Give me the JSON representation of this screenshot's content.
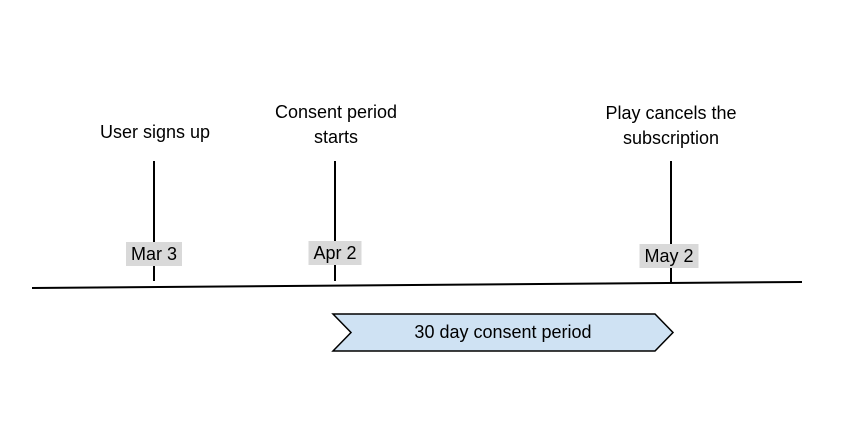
{
  "diagram": {
    "type": "timeline",
    "events": [
      {
        "label": "User signs up",
        "label_lines": [
          "User signs up"
        ],
        "date": "Mar 3"
      },
      {
        "label": "Consent period starts",
        "label_lines": [
          "Consent period",
          "starts"
        ],
        "date": "Apr 2"
      },
      {
        "label": "Play cancels the subscription",
        "label_lines": [
          "Play cancels the",
          "subscription"
        ],
        "date": "May 2"
      }
    ],
    "banner": {
      "label": "30 day consent period"
    },
    "colors": {
      "background": "#ffffff",
      "text": "#000000",
      "line": "#000000",
      "date_badge_bg": "#d9d9d9",
      "banner_fill": "#cfe2f3",
      "banner_border": "#000000"
    }
  }
}
